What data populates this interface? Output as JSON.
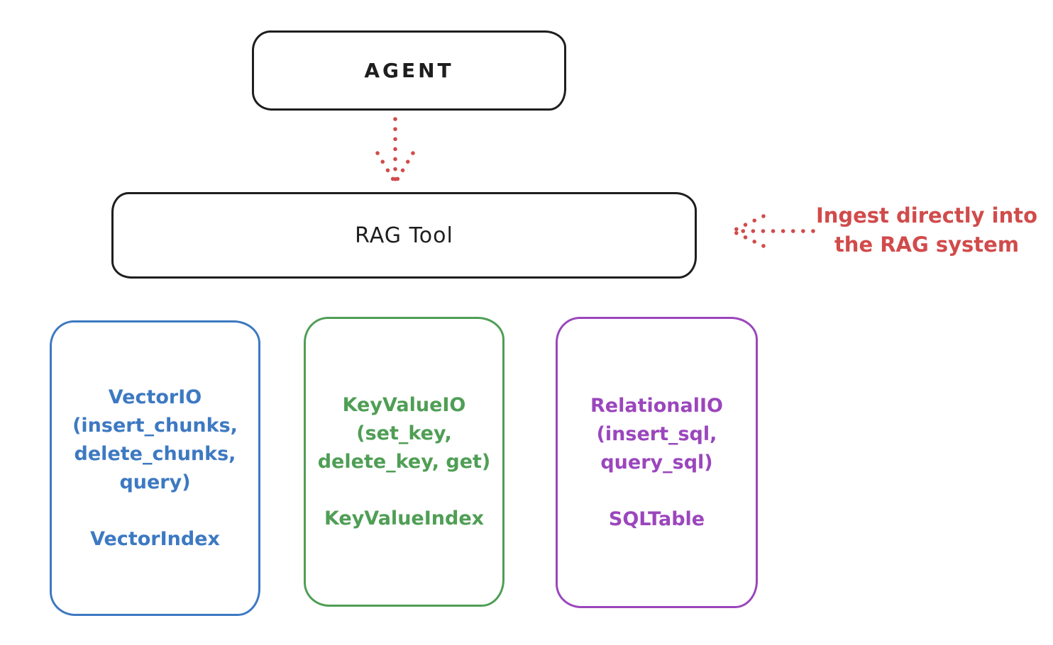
{
  "colors": {
    "ink": "#1e1e1e",
    "red": "#d14b4b",
    "blue": "#3d79c2",
    "green": "#4f9e55",
    "purple": "#9b46bd"
  },
  "agent": {
    "label": "AGENT"
  },
  "rag_tool": {
    "label": "RAG Tool"
  },
  "annotation": {
    "line1": "Ingest directly into",
    "line2": "the RAG system"
  },
  "backends": [
    {
      "name": "vector-io",
      "color": "#3d79c2",
      "lines": [
        "VectorIO",
        "(insert_chunks,",
        "delete_chunks,",
        "query)"
      ],
      "index": "VectorIndex"
    },
    {
      "name": "keyvalue-io",
      "color": "#4f9e55",
      "lines": [
        "KeyValueIO",
        "(set_key,",
        "delete_key, get)"
      ],
      "index": "KeyValueIndex"
    },
    {
      "name": "relational-io",
      "color": "#9b46bd",
      "lines": [
        "RelationalIO",
        "(insert_sql,",
        "query_sql)"
      ],
      "index": "SQLTable"
    }
  ]
}
